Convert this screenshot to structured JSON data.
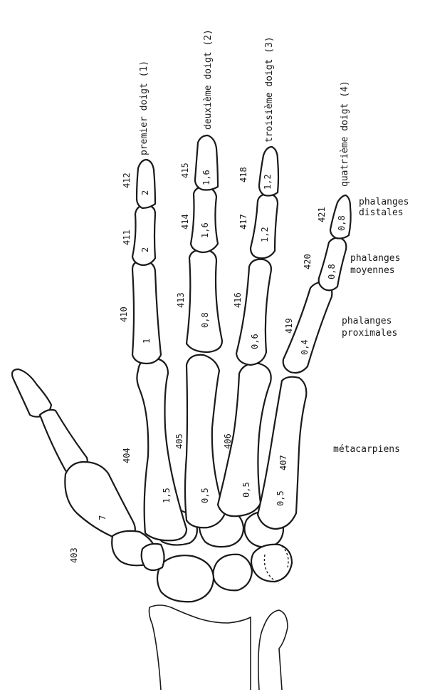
{
  "fingers": {
    "f1": "premier doigt (1)",
    "f2": "deuxième doigt (2)",
    "f3": "troisième doigt (3)",
    "f4": "quatrième doigt (4)"
  },
  "groups": {
    "distal_1": "phalanges",
    "distal_2": "distales",
    "middle_1": "phalanges",
    "middle_2": "moyennes",
    "proximal_1": "phalanges",
    "proximal_2": "proximales",
    "metacarpal": "métacarpiens"
  },
  "bone_numbers": {
    "b403": "403",
    "b404": "404",
    "b405": "405",
    "b406": "406",
    "b407": "407",
    "b410": "410",
    "b411": "411",
    "b412": "412",
    "b413": "413",
    "b414": "414",
    "b415": "415",
    "b416": "416",
    "b417": "417",
    "b418": "418",
    "b419": "419",
    "b420": "420",
    "b421": "421"
  },
  "bone_values": {
    "thumb_meta": "7",
    "m1": "1,5",
    "m2": "0,5",
    "m3": "0,5",
    "m4": "0,5",
    "f1_prox": "1",
    "f1_mid": "2",
    "f1_dist": "2",
    "f2_prox": "0,8",
    "f2_mid": "1,6",
    "f2_dist": "1,6",
    "f3_prox": "0,6",
    "f3_mid": "1,2",
    "f3_dist": "1,2",
    "f4_prox": "0,4",
    "f4_mid": "0,8",
    "f4_dist": "0,8"
  }
}
